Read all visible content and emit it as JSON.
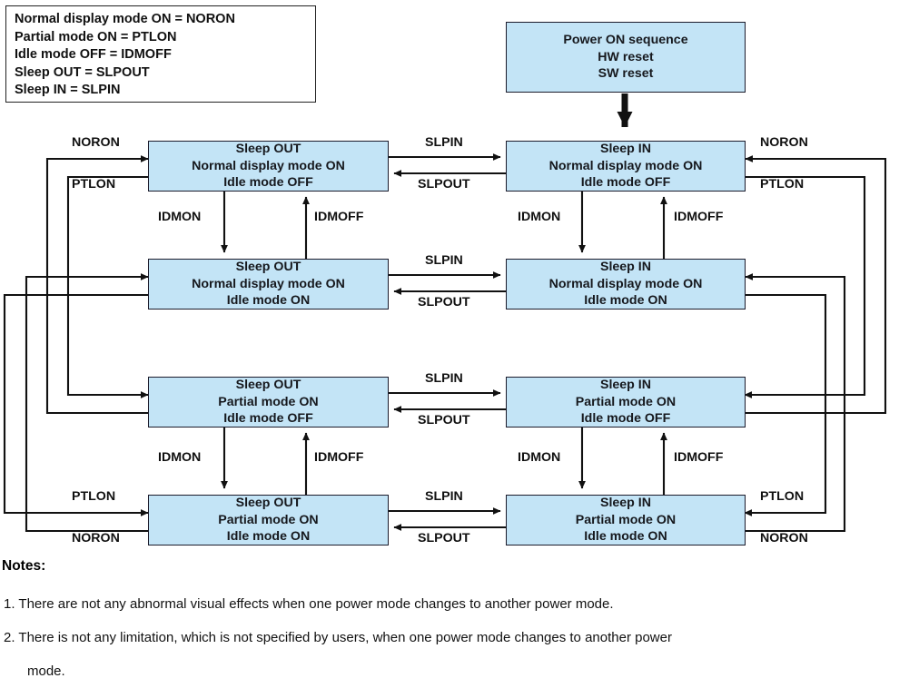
{
  "legend": {
    "name": "abbreviation-legend",
    "lines": [
      "Normal display mode ON = NORON",
      "Partial mode ON = PTLON",
      "Idle mode OFF = IDMOFF",
      "Sleep OUT = SLPOUT",
      "Sleep IN = SLPIN"
    ]
  },
  "start_node": {
    "lines": [
      "Power ON sequence",
      "HW reset",
      "SW reset"
    ]
  },
  "states": [
    {
      "id": "sleep-out-normal-idle-off",
      "lines": [
        "Sleep OUT",
        "Normal display mode ON",
        "Idle mode OFF"
      ]
    },
    {
      "id": "sleep-in-normal-idle-off",
      "lines": [
        "Sleep IN",
        "Normal display mode ON",
        "Idle mode OFF"
      ]
    },
    {
      "id": "sleep-out-normal-idle-on",
      "lines": [
        "Sleep OUT",
        "Normal display mode ON",
        "Idle mode ON"
      ]
    },
    {
      "id": "sleep-in-normal-idle-on",
      "lines": [
        "Sleep IN",
        "Normal display mode ON",
        "Idle mode ON"
      ]
    },
    {
      "id": "sleep-out-partial-idle-off",
      "lines": [
        "Sleep OUT",
        "Partial mode ON",
        "Idle mode OFF"
      ]
    },
    {
      "id": "sleep-in-partial-idle-off",
      "lines": [
        "Sleep IN",
        "Partial mode ON",
        "Idle mode OFF"
      ]
    },
    {
      "id": "sleep-out-partial-idle-on",
      "lines": [
        "Sleep OUT",
        "Partial mode ON",
        "Idle mode ON"
      ]
    },
    {
      "id": "sleep-in-partial-idle-on",
      "lines": [
        "Sleep IN",
        "Partial mode ON",
        "Idle mode ON"
      ]
    }
  ],
  "edge_labels": {
    "l_noron_top": "NORON",
    "l_ptlon_top": "PTLON",
    "l_ptlon_bottom": "PTLON",
    "l_noron_bottom": "NORON",
    "r_noron_top": "NORON",
    "r_ptlon_top": "PTLON",
    "r_ptlon_bottom": "PTLON",
    "r_noron_bottom": "NORON",
    "slpin_r1": "SLPIN",
    "slpout_r1": "SLPOUT",
    "slpin_r2": "SLPIN",
    "slpout_r2": "SLPOUT",
    "slpin_r3": "SLPIN",
    "slpout_r3": "SLPOUT",
    "slpin_r4": "SLPIN",
    "slpout_r4": "SLPOUT",
    "idmon_l1": "IDMON",
    "idmoff_l1": "IDMOFF",
    "idmon_r1": "IDMON",
    "idmoff_r1": "IDMOFF",
    "idmon_l2": "IDMON",
    "idmoff_l2": "IDMOFF",
    "idmon_r2": "IDMON",
    "idmoff_r2": "IDMOFF"
  },
  "notes": {
    "title": "Notes:",
    "items": [
      "1. There are not any abnormal visual effects when one power mode changes to another power mode.",
      "2. There is not any limitation, which is not specified by users, when one power mode changes to another power"
    ],
    "continuation": "mode."
  },
  "colors": {
    "box_fill": "#c3e4f6",
    "box_border": "#1b1b2b",
    "line": "#111111",
    "background": "#ffffff"
  }
}
